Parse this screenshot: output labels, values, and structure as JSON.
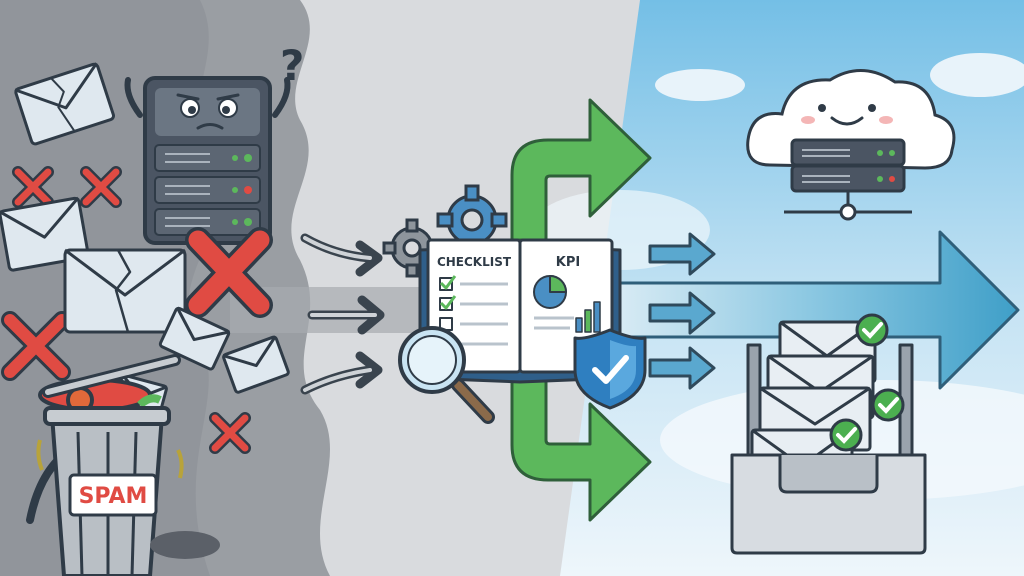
{
  "labels": {
    "checklist": "CHECKLIST",
    "kpi": "KPI",
    "spam": "SPAM",
    "question_mark": "?"
  },
  "colors": {
    "smoke_gray": "#9a9ea3",
    "light_gray": "#d8dadd",
    "sky_blue": "#7ec3e6",
    "sky_pale": "#e4f1f9",
    "outline": "#2f3b47",
    "envelope": "#dfe8ef",
    "red_x": "#e04b43",
    "green_arrow": "#5cb85c",
    "blue_arrow": "#3f9fc8",
    "check_green": "#4caf50",
    "shield_blue": "#2f7fc0",
    "server_body": "#4b5563"
  },
  "icons": [
    "server-worried-icon",
    "question-mark-icon",
    "broken-envelope-icon",
    "red-x-icon",
    "trash-can-icon",
    "gear-icon",
    "magnifier-icon",
    "book-checklist-icon",
    "pie-chart-icon",
    "bar-chart-icon",
    "shield-check-icon",
    "cloud-smiling-icon",
    "cloud-server-icon",
    "inbox-tray-icon",
    "green-check-icon",
    "arrow-icon"
  ]
}
